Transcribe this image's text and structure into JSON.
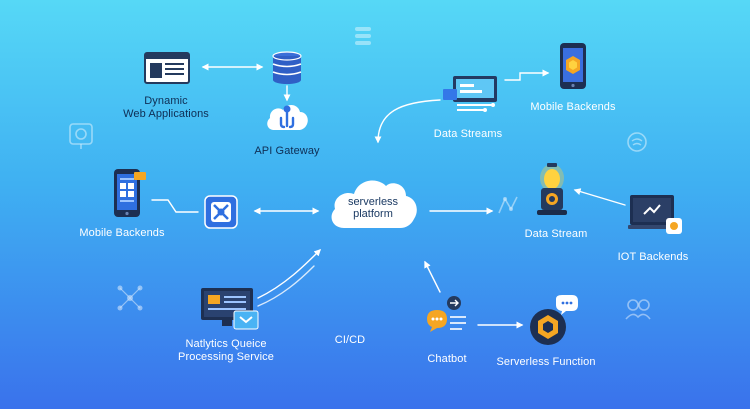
{
  "nodes": {
    "web_apps": {
      "label": "Dynamic\nWeb Applications",
      "icon": "browser-window-icon"
    },
    "api_gateway": {
      "label": "API Gateway",
      "icon": "gateway-cloud-icon"
    },
    "database": {
      "icon": "database-icon"
    },
    "data_streams": {
      "label": "Data Streams",
      "icon": "stream-monitor-icon"
    },
    "mobile_backends_top": {
      "label": "Mobile Backends",
      "icon": "smartphone-icon"
    },
    "mobile_backends_left": {
      "label": "Mobile Backends",
      "icon": "smartphone-chart-icon"
    },
    "connector": {
      "icon": "chip-connector-icon"
    },
    "platform": {
      "label": "serverless\nplatform",
      "icon": "cloud-icon"
    },
    "data_stream": {
      "label": "Data Stream",
      "icon": "beacon-lamp-icon"
    },
    "iot_backends": {
      "label": "IOT Backends",
      "icon": "laptop-iot-icon"
    },
    "analytics": {
      "label": "Natlytics Queice\nProcessing Service",
      "icon": "analytics-monitor-icon"
    },
    "cicd": {
      "label": "CI/CD"
    },
    "chatbot": {
      "label": "Chatbot",
      "icon": "chat-bubble-icon"
    },
    "serverless_function": {
      "label": "Serverless Function",
      "icon": "function-hexagon-icon"
    }
  },
  "decorations": [
    "stack-icon",
    "stopwatch-icon",
    "chat-icon",
    "network-icon",
    "molecule-icon",
    "people-icon"
  ],
  "colors": {
    "bg_top": "#56d8f6",
    "bg_bottom": "#3a72ec",
    "line": "#ffffff",
    "icon_dark": "#243a5e",
    "icon_blue": "#2f6fe0",
    "accent_orange": "#f5a623",
    "accent_yellow": "#ffd23f"
  }
}
